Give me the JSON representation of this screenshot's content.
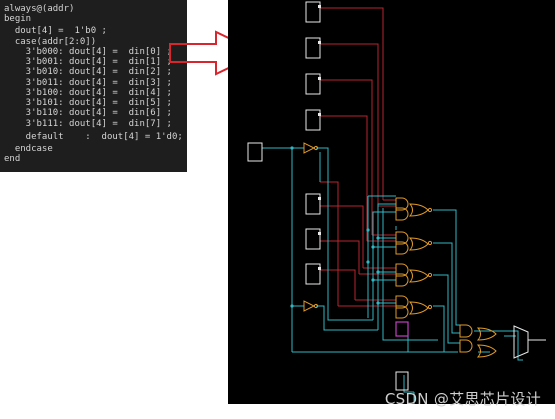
{
  "code": {
    "lines": [
      "always@(addr)",
      "begin",
      "  dout[4] =  1'b0 ;",
      "  case(addr[2:0])",
      "    3'b000: dout[4] =  din[0] ;",
      "    3'b001: dout[4] =  din[1] ;",
      "    3'b010: dout[4] =  din[2] ;",
      "    3'b011: dout[4] =  din[3] ;",
      "    3'b100: dout[4] =  din[4] ;",
      "    3'b101: dout[4] =  din[5] ;",
      "    3'b110: dout[4] =  din[6] ;",
      "    3'b111: dout[4] =  din[7] ;",
      "    default    :  dout[4] = 1'd0;",
      "  endcase",
      "end"
    ]
  },
  "watermark": "CSDN @艾思芯片设计",
  "colors": {
    "wire_red": "#b8262e",
    "wire_cyan": "#2fb7c4",
    "gate_orange": "#e09a2a",
    "cell_white": "#e8e8e8",
    "cell_magenta": "#c040c0",
    "arrow_red": "#d8262e"
  }
}
